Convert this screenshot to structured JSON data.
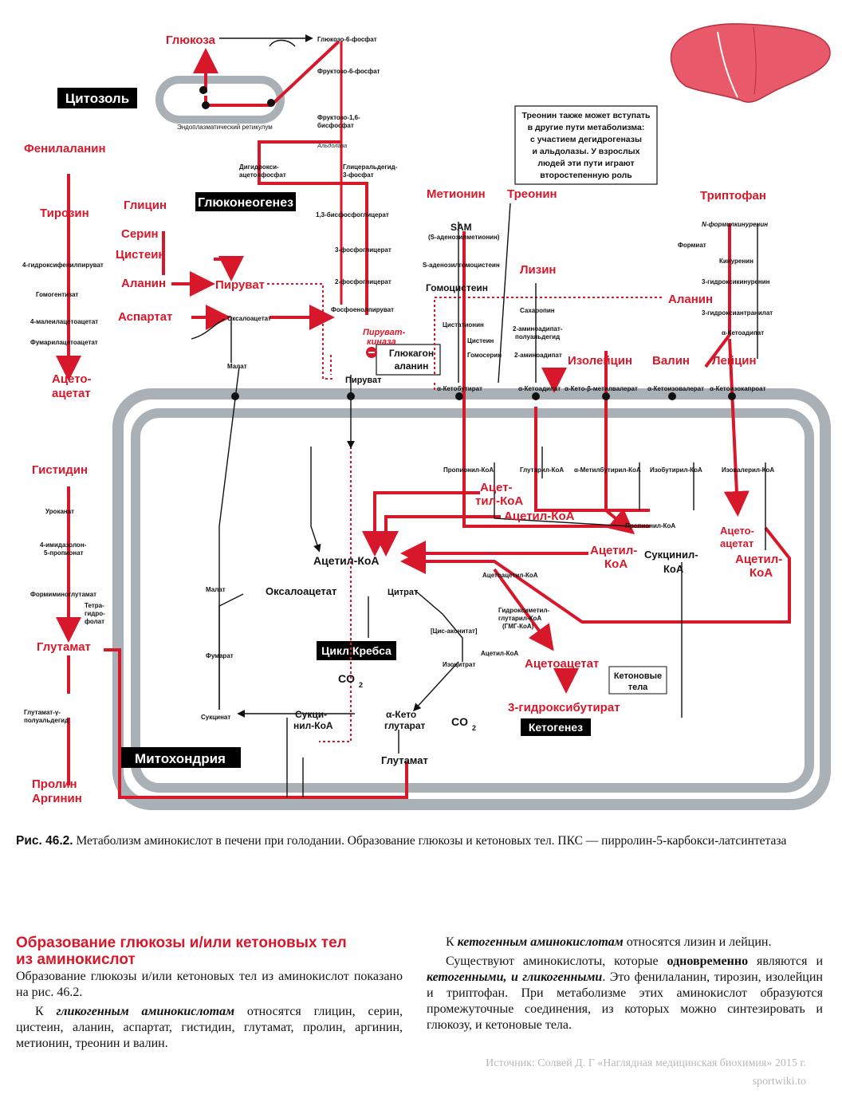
{
  "figure": {
    "regions": {
      "cytosol": "Цитозоль",
      "gluconeogenesis": "Глюконеогенез",
      "mitochondria": "Митохондрия",
      "krebs": "Цикл Кребса",
      "ketogenesis": "Кетогенез",
      "er": "Эндоплазматический ретикулум"
    },
    "note": [
      "Треонин также может вступать",
      "в другие пути метаболизма:",
      "с участием дегидрогеназы",
      "и альдолазы. У взрослых",
      "людей эти пути играют",
      "второстепенную роль"
    ],
    "inhibitor": [
      "Глюкагон",
      "аланин"
    ],
    "ketone_box": [
      "Кетоновые",
      "тела"
    ],
    "red_labels": {
      "glucose": "Глюкоза",
      "phe": "Фенилаланин",
      "tyr": "Тирозин",
      "gly": "Глицин",
      "ser": "Серин",
      "cys": "Цистеин",
      "ala": "Аланин",
      "asp": "Аспартат",
      "pyr": "Пируват",
      "acetoacetate_l1": "Ацето-",
      "acetoacetate_l2": "ацетат",
      "met": "Метионин",
      "thr": "Треонин",
      "trp": "Триптофан",
      "lys": "Лизин",
      "ala2": "Аланин",
      "ile": "Изолейцин",
      "val": "Валин",
      "leu": "Лейцин",
      "his": "Гистидин",
      "glu": "Глутамат",
      "pro": "Пролин",
      "arg": "Аргинин",
      "acetylcoa1_l1": "Ацет-",
      "acetylcoa1_l2": "тил-КоА",
      "acetylcoa2": "Ацетил-КоА",
      "acetylcoa3_l1": "Ацетил-",
      "acetylcoa3_l2": "КоА",
      "acetoacetate2_l1": "Ацето-",
      "acetoacetate2_l2": "ацетат",
      "acetylcoa4_l1": "Ацетил-",
      "acetylcoa4_l2": "КоА",
      "acetoacetate3": "Ацетоацетат",
      "hydroxybutyrate": "3-гидроксибутират",
      "pk_l1": "Пируват-",
      "pk_l2": "киназа"
    },
    "black_labels": {
      "g6p": "Глюкозо-6-фосфат",
      "f6p": "Фруктозо-6-фосфат",
      "f16bp_l1": "Фруктозо-1,6-",
      "f16bp_l2": "бисфосфат",
      "aldolase": "Альдолаза",
      "dhap_l1": "Дигидрокси-",
      "dhap_l2": "ацетонфосфат",
      "g3p_l1": "Глицеральдегид-",
      "g3p_l2": "3-фосфат",
      "bpg": "1,3-бисфосфоглицерат",
      "pg3": "3-фосфоглицерат",
      "pg2": "2-фосфоглицерат",
      "pep": "Фосфоенолпируват",
      "oaa_c": "Оксалоацетат",
      "malate_c": "Малат",
      "pyruvate_c": "Пируват",
      "sam": "SAM",
      "sam2": "(S-аденозилметионин)",
      "sah": "S-аденозилгомоцистеин",
      "homocys": "Гомоцистеин",
      "cystathionine": "Цистатионин",
      "cysteine": "Цистеин",
      "homoserine": "Гомосерин",
      "ketobutyrate": "α-Кетобутират",
      "ketoadipate": "α-Кетоадипат",
      "ketomethylvalerate": "α-Кето-β-метилвалерат",
      "ketoisovalerate": "α-Кетоизовалерат",
      "ketoisocaproate": "α-Кетоизокапроат",
      "saccharopine": "Сахаропин",
      "aminoadipate_sa_l1": "2-аминоадипат-",
      "aminoadipate_sa_l2": "полуальдегид",
      "aminoadipate": "2-аминоадипат",
      "nformylkyn": "N-формилкинуренин",
      "formate": "Формиат",
      "kynurenine": "Кинуренин",
      "hkyn": "3-гидроксикинуренин",
      "haa": "3-гидроксиантранилат",
      "ketoadipate2": "α-Кетоадипат",
      "hppyr": "4-гидроксифенилпируват",
      "homogentisate": "Гомогентизат",
      "maa": "4-малеилацетоацетат",
      "faa": "Фумарилацетоацетат",
      "urocanate": "Уроканат",
      "imidazolone_l1": "4-имидазолон-",
      "imidazolone_l2": "5-пропионат",
      "figlu": "Формиминоглутамат",
      "thf_l1": "Тетра-",
      "thf_l2": "гидро-",
      "thf_l3": "фолат",
      "gsa_l1": "Глутамат-γ-",
      "gsa_l2": "полуальдегид",
      "acetylcoa_main": "Ацетил-КоА",
      "oaa_m": "Оксалоацетат",
      "citrate": "Цитрат",
      "cisaconitate": "[Цис-аконитат]",
      "isocitrate": "Изоцитрат",
      "akg_l1": "α-Кето",
      "akg_l2": "глутарат",
      "co2a": "CO",
      "co2b": "CO",
      "succoa_l1": "Сукци-",
      "succoa_l2": "нил-КоА",
      "succinate": "Сукцинат",
      "fumarate": "Фумарат",
      "malate_m": "Малат",
      "glutamate_m": "Глутамат",
      "propionylcoa1": "Пропионил-КоА",
      "propionylcoa2": "Пропионил-КоА",
      "glutarylcoa": "Глутарил-КоА",
      "methylbutyrylcoa": "α-Метилбутирил-КоА",
      "isobutyrylcoa": "Изобутирил-КоА",
      "isovalerylcoa": "Изовалерил-КоА",
      "succoa2_l1": "Сукцинил-",
      "succoa2_l2": "КоА",
      "acetoacetylcoa": "Ацетоацетил-КоА",
      "hmgcoa_l1": "Гидроксиметил-",
      "hmgcoa_l2": "глутарил-КоА",
      "hmgcoa_l3": "(ГМГ-КоА)",
      "acetylcoa_small": "Ацетил-КоА"
    }
  },
  "caption": {
    "label": "Рис. 46.2.",
    "text": "Метаболизм аминокислот в печени при голодании. Образование глюкозы и кетоновых тел. ПКС — пирролин-5-карбокси-латсинтетаза"
  },
  "section": {
    "title_l1": "Образование глюкозы и/или кетоновых тел",
    "title_l2": "из аминокислот",
    "p1": "Образование глюкозы и/или кетоновых тел из аминокислот показано на рис. 46.2.",
    "p2_pre": "К ",
    "p2_em": "гликогенным аминокислотам",
    "p2_post": " относятся глицин, серин, цистеин, аланин, аспартат, гистидин, глутамат, пролин, аргинин, метионин, треонин и валин.",
    "p3_pre": "К ",
    "p3_em": "кетогенным аминокислотам",
    "p3_post": " относятся лизин и лейцин.",
    "p4_a": "Существуют аминокислоты, которые ",
    "p4_b": "одновременно",
    "p4_c": " являются и ",
    "p4_d": "кетогенными, и гликогенными",
    "p4_e": ". Это фенилаланин, тирозин, изолейцин и триптофан. При метаболизме этих аминокислот образуются промежуточные соединения, из которых можно синтезировать и глюкозу, и кетоновые тела."
  },
  "source": "Источник: Солвей Д. Г «Наглядная медицинская биохимия» 2015 г.",
  "site": "sportwiki.to",
  "colors": {
    "accent_red": "#d7182a",
    "membrane_gray": "#a9b0b6"
  }
}
